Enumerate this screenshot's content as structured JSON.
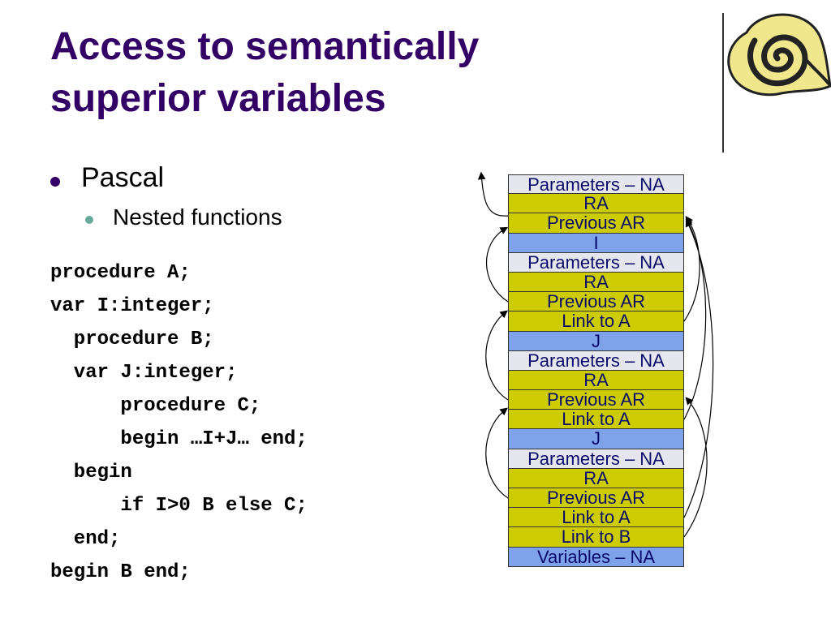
{
  "slide": {
    "title_lines": [
      "Access to semantically",
      "superior variables"
    ],
    "bullet_1": "Pascal",
    "bullet_2": "Nested functions"
  },
  "code_lines": [
    "procedure A;",
    "var I:integer;",
    "  procedure B;",
    "  var J:integer;",
    "      procedure C;",
    "      begin …I+J… end;",
    "  begin",
    "      if I>0 B else C;",
    "  end;",
    "begin B end;"
  ],
  "stack": {
    "cells": [
      {
        "label": "Parameters – NA",
        "kind": "param"
      },
      {
        "label": "RA",
        "kind": "field"
      },
      {
        "label": "Previous AR",
        "kind": "field"
      },
      {
        "label": "I",
        "kind": "var"
      },
      {
        "label": "Parameters – NA",
        "kind": "param"
      },
      {
        "label": "RA",
        "kind": "field"
      },
      {
        "label": "Previous AR",
        "kind": "field"
      },
      {
        "label": "Link to A",
        "kind": "field"
      },
      {
        "label": "J",
        "kind": "var"
      },
      {
        "label": "Parameters – NA",
        "kind": "param"
      },
      {
        "label": "RA",
        "kind": "field"
      },
      {
        "label": "Previous AR",
        "kind": "field"
      },
      {
        "label": "Link to A",
        "kind": "field"
      },
      {
        "label": "J",
        "kind": "var"
      },
      {
        "label": "Parameters – NA",
        "kind": "param"
      },
      {
        "label": "RA",
        "kind": "field"
      },
      {
        "label": "Previous AR",
        "kind": "field"
      },
      {
        "label": "Link to A",
        "kind": "field"
      },
      {
        "label": "Link to B",
        "kind": "field"
      },
      {
        "label": "Variables – NA",
        "kind": "var"
      }
    ]
  },
  "colors": {
    "title": "#330066",
    "param_cell": "#e6e6ee",
    "field_cell": "#cccc00",
    "var_cell": "#7fa3ea",
    "cell_text": "#0a0a6a",
    "arrow": "#000000"
  },
  "icons": {
    "logo": "spiral-shell-icon"
  }
}
